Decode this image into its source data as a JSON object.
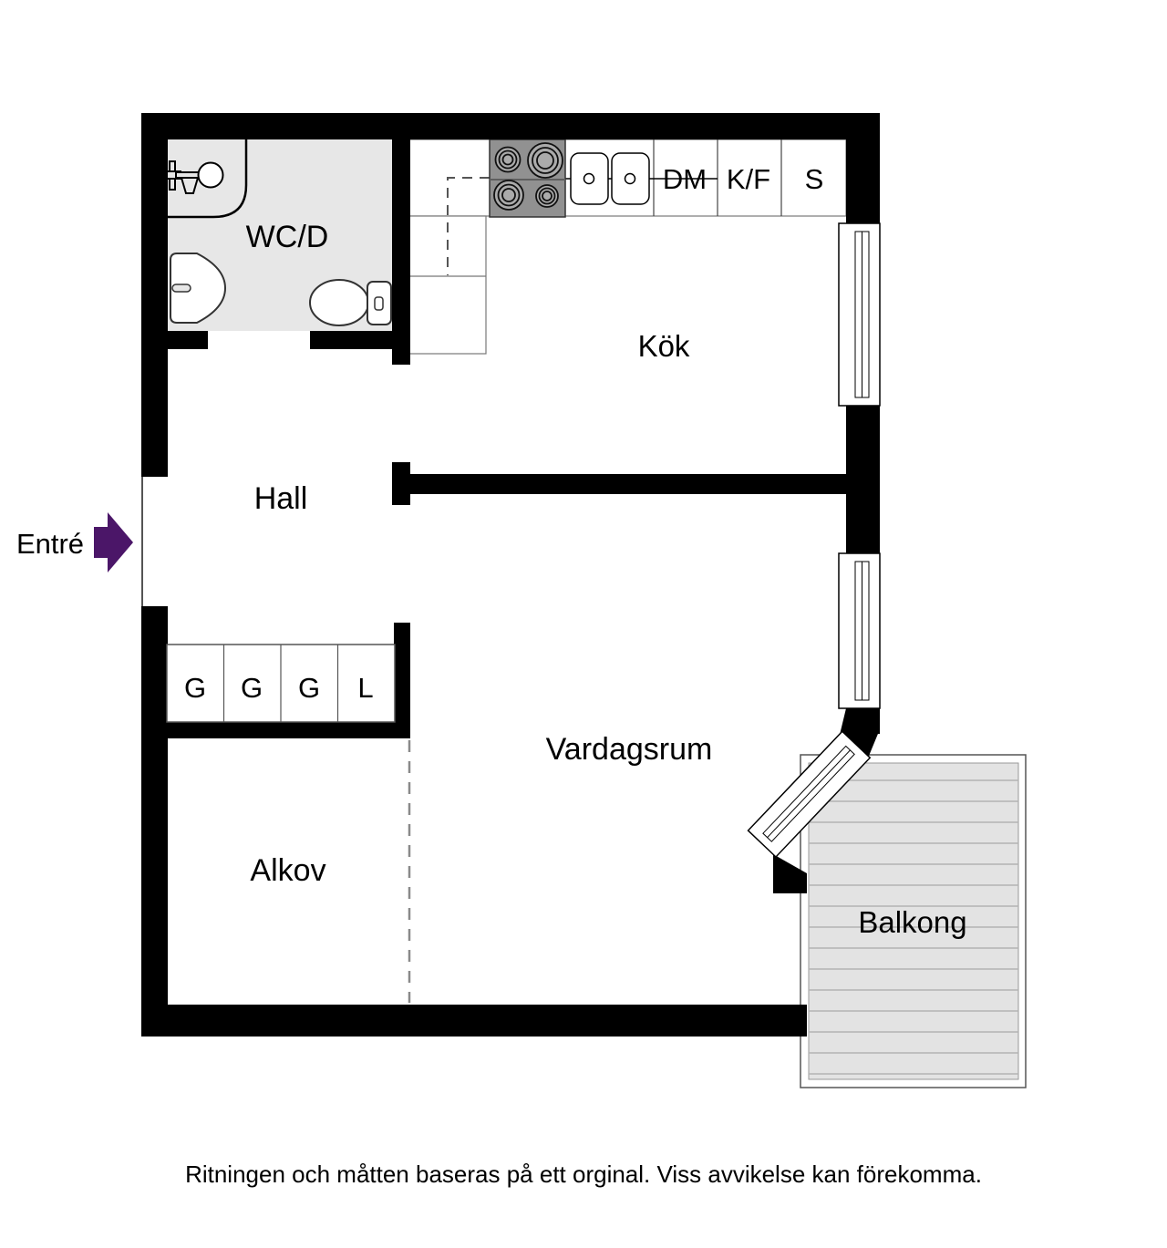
{
  "plan": {
    "rooms": {
      "bathroom": "WC/D",
      "kitchen": "Kök",
      "hall": "Hall",
      "living_room": "Vardagsrum",
      "alcove": "Alkov",
      "balcony": "Balkong"
    },
    "kitchen_units": {
      "dishwasher": "DM",
      "fridge_freezer": "K/F",
      "cabinet": "S"
    },
    "closets": [
      "G",
      "G",
      "G",
      "L"
    ],
    "entry": {
      "label": "Entré"
    },
    "caption": "Ritningen och måtten baseras på ett orginal. Viss avvikelse kan förekomma.",
    "colors": {
      "wall": "#000000",
      "bathroom_floor": "#e7e7e7",
      "balcony_floor": "#e3e3e3",
      "balcony_stripe": "#b3b3b3",
      "entry_arrow": "#4b1668",
      "stove_body": "#919191"
    }
  }
}
